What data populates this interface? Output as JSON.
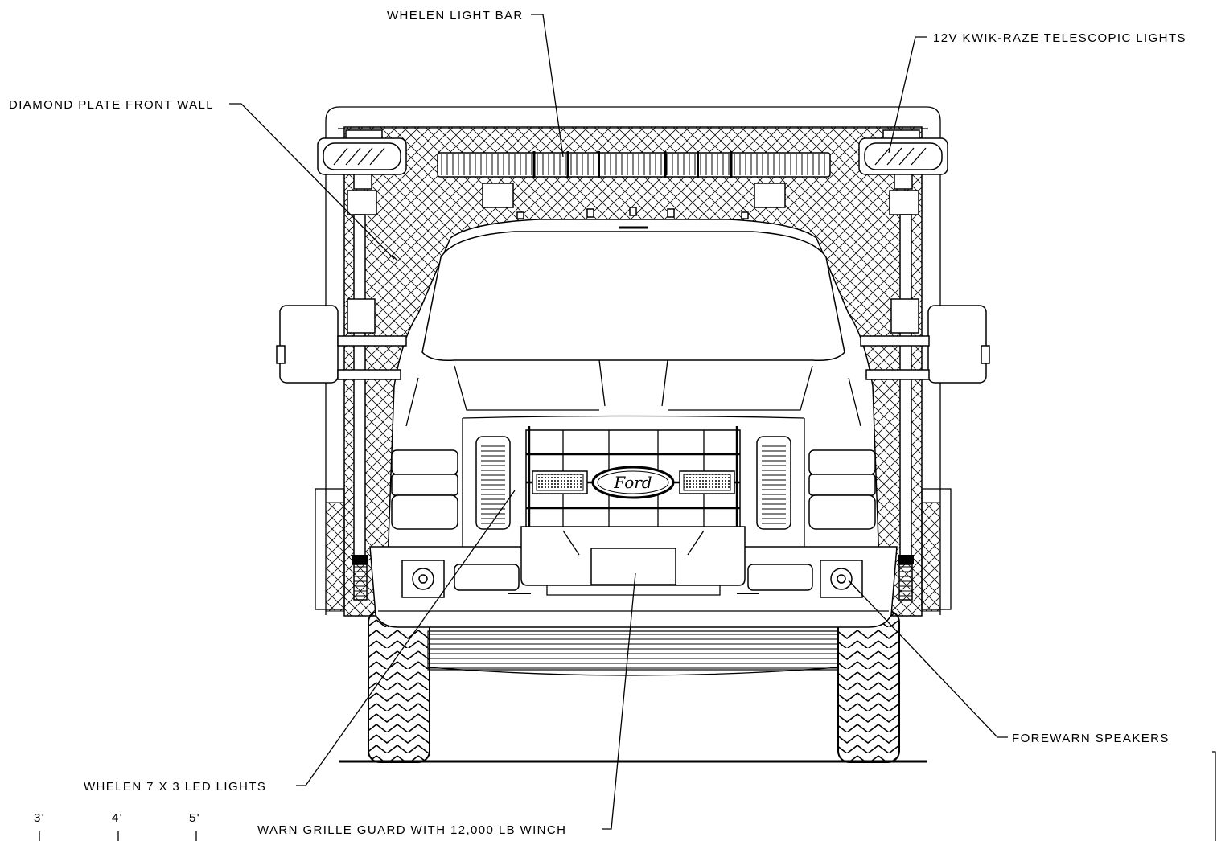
{
  "callouts": {
    "light_bar": "WHELEN LIGHT BAR",
    "telescopic_lights": "12V KWIK-RAZE TELESCOPIC LIGHTS",
    "front_wall": "DIAMOND PLATE FRONT WALL",
    "speakers": "FOREWARN SPEAKERS",
    "led_lights": "WHELEN 7 X 3 LED LIGHTS",
    "grille_guard": "WARN GRILLE GUARD WITH 12,000 LB WINCH"
  },
  "scale": {
    "ticks": [
      "3'",
      "4'",
      "5'"
    ]
  },
  "logo": {
    "text": "Ford"
  }
}
